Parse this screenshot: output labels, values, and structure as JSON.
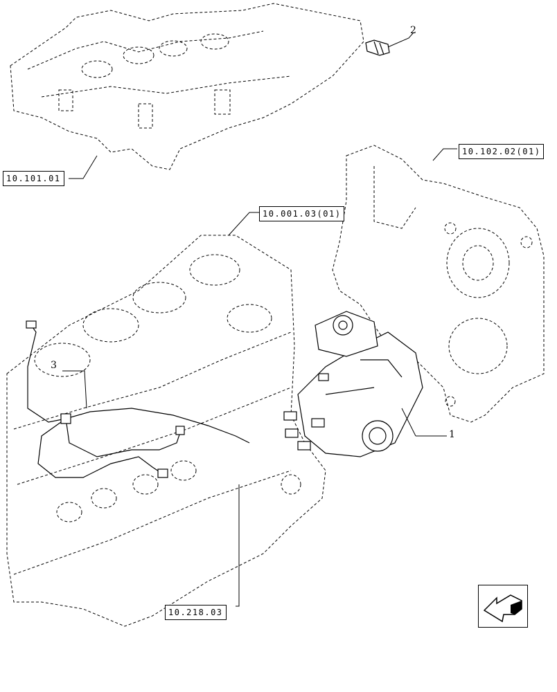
{
  "references": {
    "cylinder_head": "10.101.01",
    "timing_cover": "10.102.02(01)",
    "engine_block": "10.001.03(01)",
    "pump_drive": "10.218.03"
  },
  "callouts": {
    "injection_pump": "1",
    "sensor": "2",
    "harness": "3"
  },
  "navigation": {
    "icon": "arrow-down-left-icon"
  }
}
